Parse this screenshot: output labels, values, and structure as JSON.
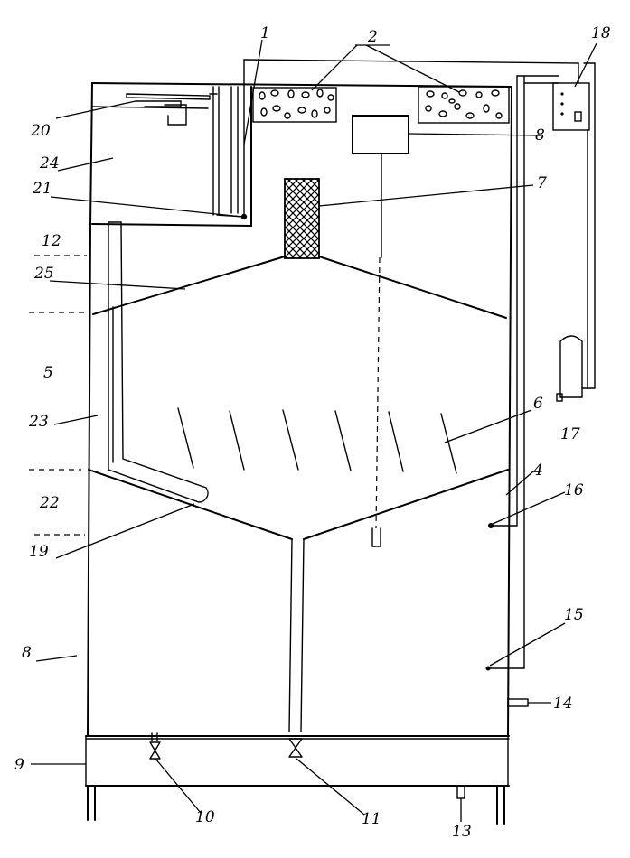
{
  "labels": {
    "l1": "1",
    "l2": "2",
    "l18": "18",
    "l20": "20",
    "l24": "24",
    "l21": "21",
    "l8a": "8",
    "l7": "7",
    "l12": "12",
    "l25": "25",
    "l5": "5",
    "l23": "23",
    "l6": "6",
    "l17": "17",
    "l22": "22",
    "l4": "4",
    "l16": "16",
    "l19": "19",
    "l15": "15",
    "l8b": "8",
    "l14": "14",
    "l9": "9",
    "l10": "10",
    "l11": "11",
    "l13": "13"
  }
}
